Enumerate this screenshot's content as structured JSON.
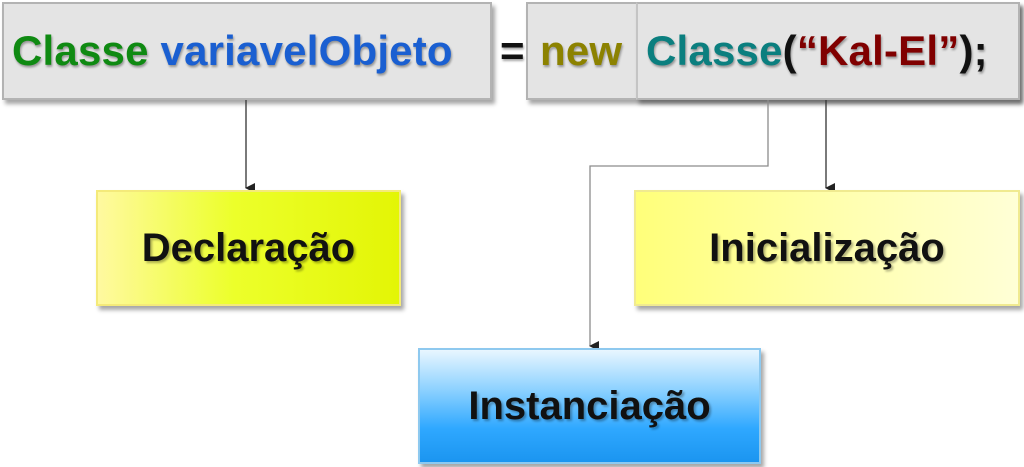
{
  "code": {
    "type_name": "Classe",
    "variable_name": "variavelObjeto",
    "equals": "=",
    "new_keyword": "new",
    "constructor_name": "Classe",
    "open_paren": "(",
    "string_arg": "“Kal-El”",
    "close": ");"
  },
  "labels": {
    "declaracao": "Declaração",
    "instanciacao": "Instanciação",
    "inicializacao": "Inicialização"
  },
  "colors": {
    "type_name": "#0f8a12",
    "variable_name": "#1a5fd1",
    "equals": "#111111",
    "new_keyword": "#8c8200",
    "constructor_name": "#0b7f7f",
    "string_arg": "#800000",
    "punctuation": "#111111",
    "code_box_bg": "#e4e4e4",
    "connector": "#333333"
  }
}
